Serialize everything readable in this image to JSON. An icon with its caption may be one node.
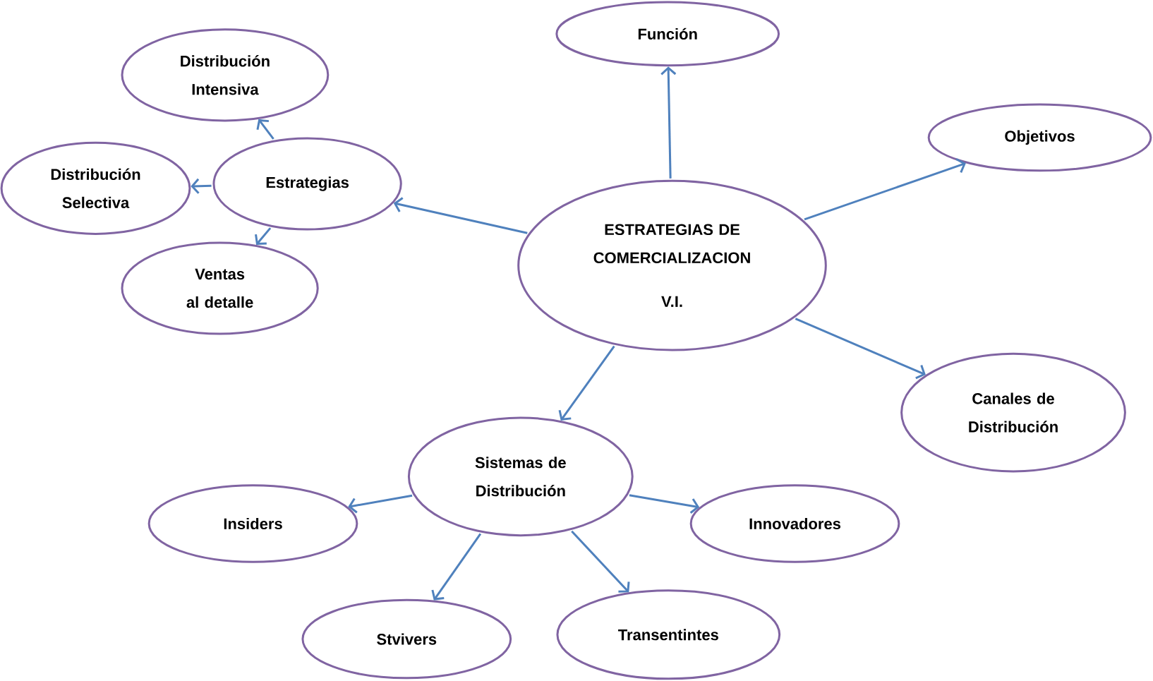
{
  "diagram": {
    "nodes": [
      {
        "text": [
          "ESTRATEGIAS DE COMERCIALIZACION",
          "V.I."
        ]
      },
      {
        "text": [
          "Función"
        ]
      },
      {
        "text": [
          "Objetivos"
        ]
      },
      {
        "text": [
          "Estrategias"
        ]
      },
      {
        "text": [
          "Distribución Intensiva"
        ]
      },
      {
        "text": [
          "Distribución Selectiva"
        ]
      },
      {
        "text": [
          "Ventas al detalle"
        ]
      },
      {
        "text": [
          "Canales de Distribución"
        ]
      },
      {
        "text": [
          "Sistemas de Distribución"
        ]
      },
      {
        "text": [
          "Insiders"
        ]
      },
      {
        "text": [
          "Innovadores"
        ]
      },
      {
        "text": [
          "Stvivers"
        ]
      },
      {
        "text": [
          "Transentintes"
        ]
      }
    ],
    "edges": [
      {
        "from": 0,
        "to": 1,
        "arrow": "to"
      },
      {
        "from": 0,
        "to": 2,
        "arrow": "to"
      },
      {
        "from": 0,
        "to": 3,
        "arrow": "to"
      },
      {
        "from": 3,
        "to": 4,
        "arrow": "to"
      },
      {
        "from": 3,
        "to": 5,
        "arrow": "to"
      },
      {
        "from": 3,
        "to": 6,
        "arrow": "to"
      },
      {
        "from": 0,
        "to": 7,
        "arrow": "to"
      },
      {
        "from": 0,
        "to": 8,
        "arrow": "to"
      },
      {
        "from": 8,
        "to": 9,
        "arrow": "to"
      },
      {
        "from": 8,
        "to": 10,
        "arrow": "to"
      },
      {
        "from": 8,
        "to": 11,
        "arrow": "to"
      },
      {
        "from": 8,
        "to": 12,
        "arrow": "to"
      }
    ]
  }
}
